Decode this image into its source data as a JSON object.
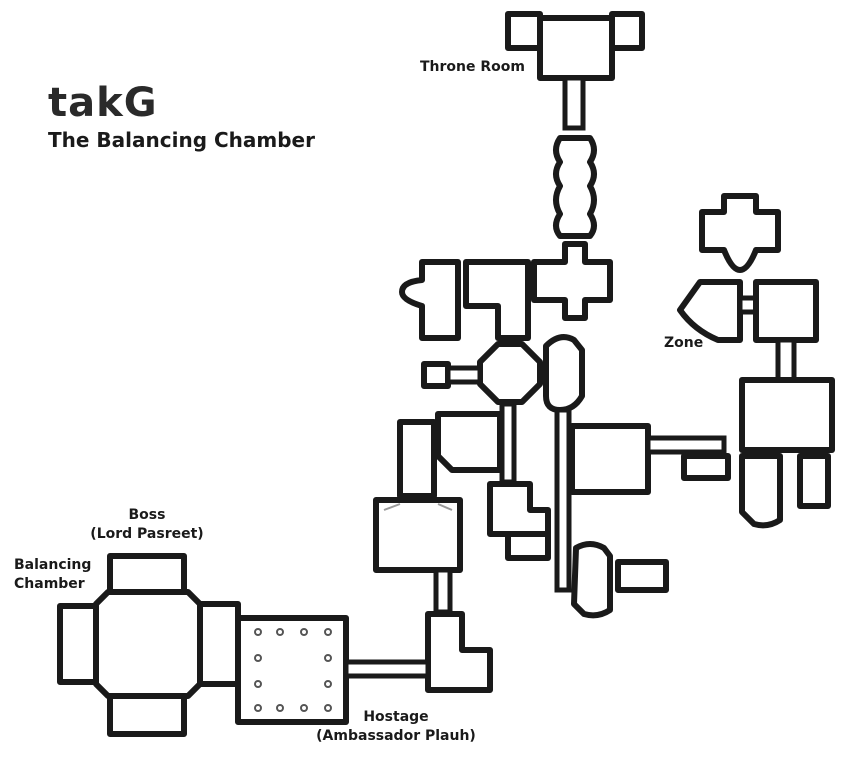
{
  "map": {
    "title": "takG",
    "subtitle": "The Balancing Chamber"
  },
  "labels": {
    "throne_room": "Throne Room",
    "zone": "Zone",
    "boss_line1": "Boss",
    "boss_line2": "(Lord Pasreet)",
    "balancing_line1": "Balancing",
    "balancing_line2": "Chamber",
    "hostage_line1": "Hostage",
    "hostage_line2": "(Ambassador Plauh)"
  }
}
